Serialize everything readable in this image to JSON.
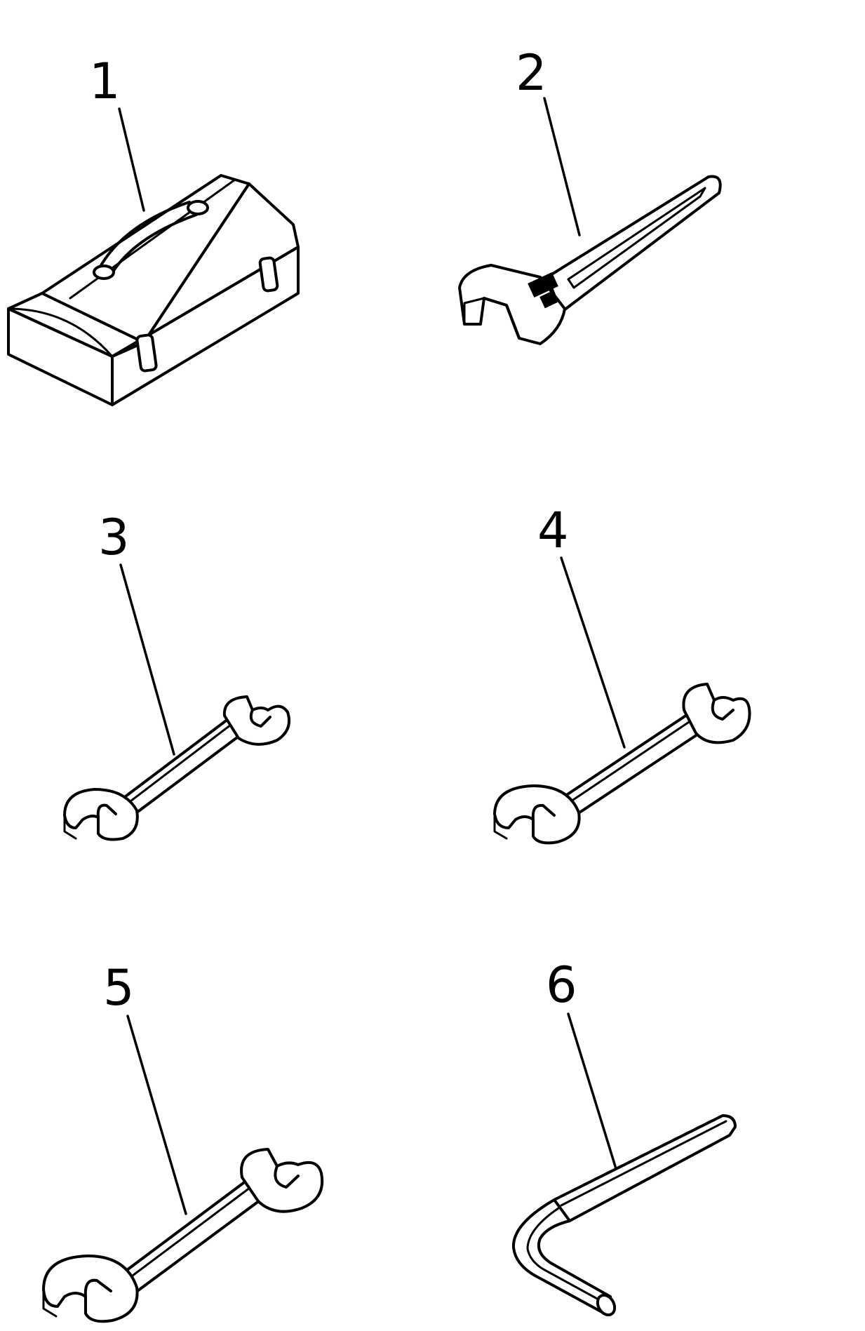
{
  "figure": {
    "items": [
      {
        "label": "1",
        "icon": "toolbox-icon"
      },
      {
        "label": "2",
        "icon": "adjustable-wrench-icon"
      },
      {
        "label": "3",
        "icon": "open-end-wrench-small-icon"
      },
      {
        "label": "4",
        "icon": "open-end-wrench-medium-icon"
      },
      {
        "label": "5",
        "icon": "open-end-wrench-large-icon"
      },
      {
        "label": "6",
        "icon": "hex-key-icon"
      }
    ]
  }
}
